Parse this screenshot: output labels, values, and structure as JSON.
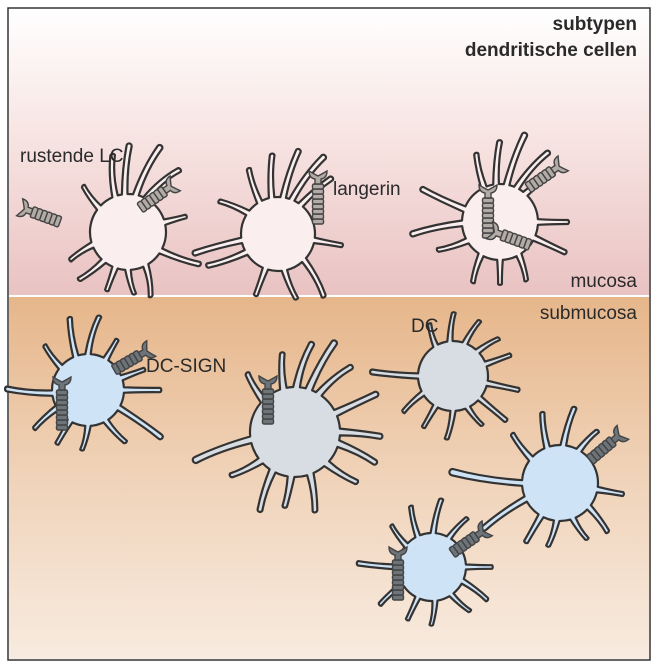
{
  "title": {
    "line1": "subtypen",
    "line2": "dendritische cellen"
  },
  "layers": {
    "upper": "mucosa",
    "lower": "submucosa"
  },
  "labels": {
    "resting_lc": "rustende LC",
    "langerin": "langerin",
    "dc": "DC",
    "dc_sign": "DC-SIGN"
  },
  "colors": {
    "mucosa_pink": "#ecc4c4",
    "submucosa_tan": "#e6b98f",
    "lc_fill": "#fbeeee",
    "dc_blue": "#cfe3f6",
    "dc_grey": "#d7dde3",
    "langerin_receptor": "#b3aba6",
    "dcsign_receptor": "#6d747a"
  }
}
